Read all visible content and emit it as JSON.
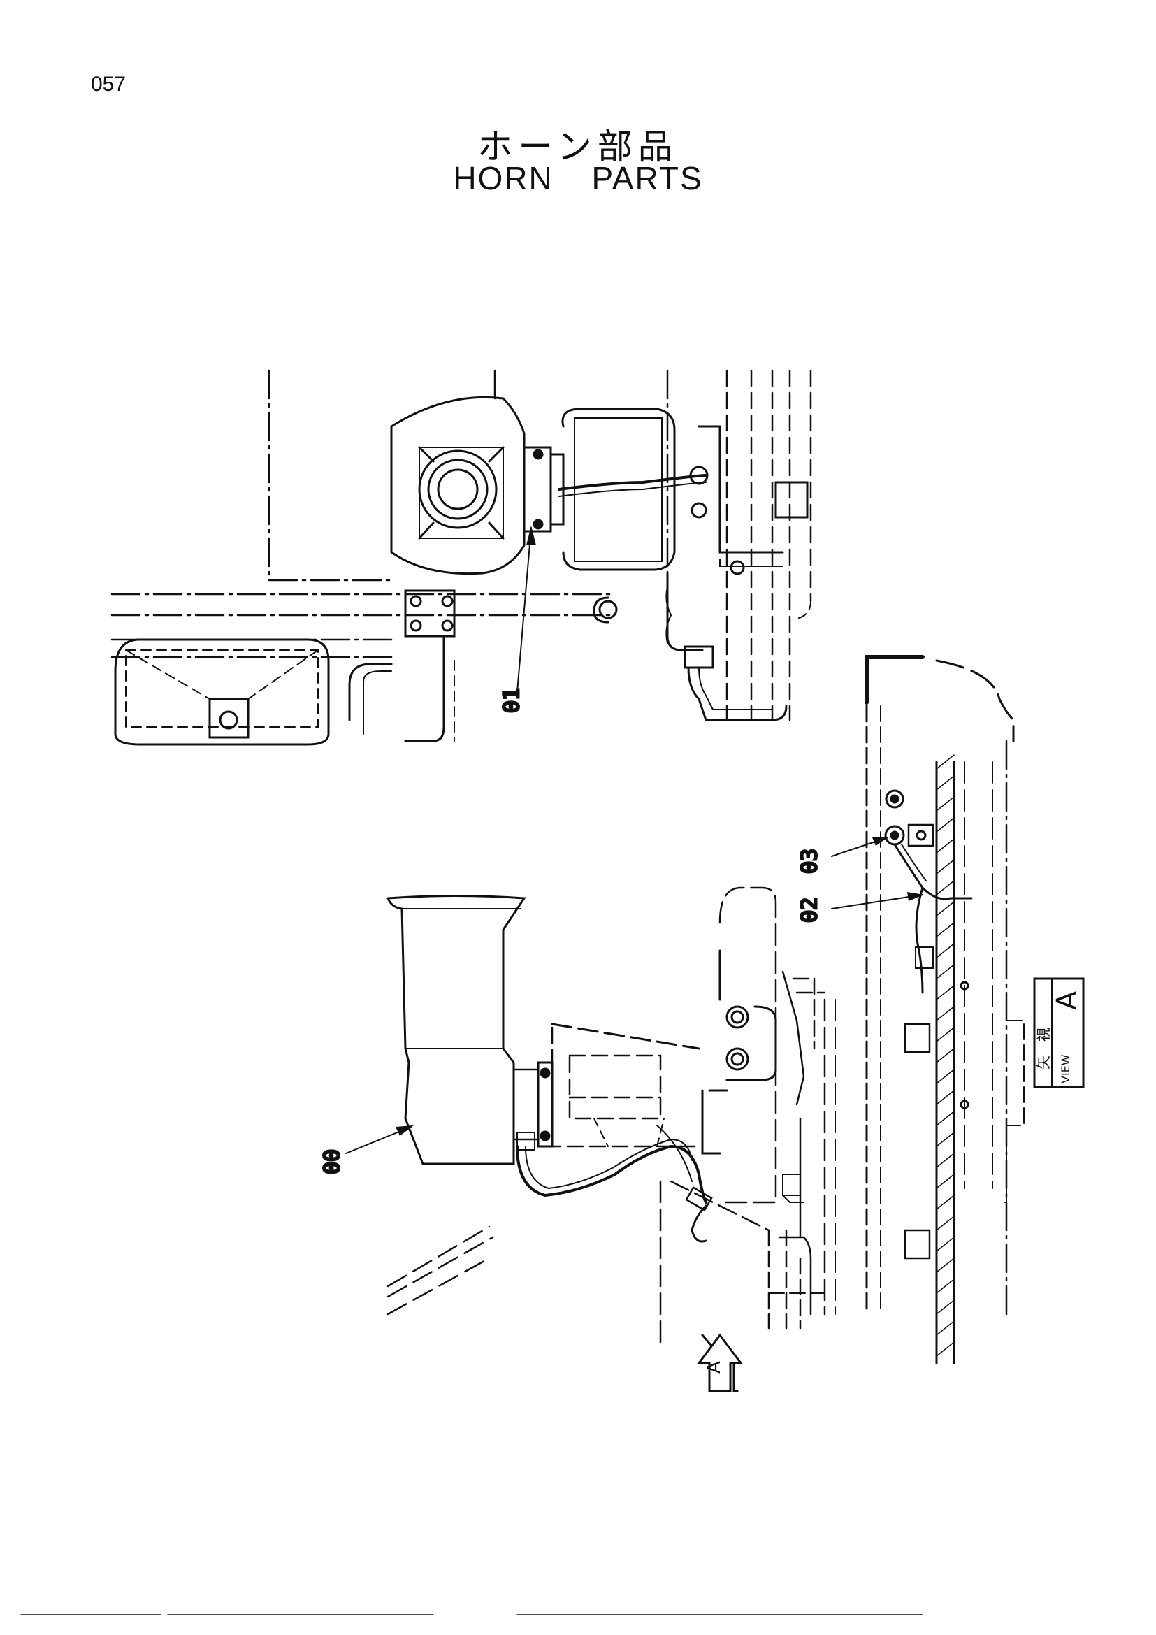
{
  "page": {
    "number": "057"
  },
  "title": {
    "japanese": "ホーン部品",
    "english": "HORN PARTS"
  },
  "callouts": [
    "00",
    "01",
    "02",
    "03"
  ],
  "view_label": {
    "kanji_1": "矢",
    "kanji_2": "視",
    "word": "VIEW",
    "letter": "A"
  },
  "direction_arrow": {
    "letter": "A"
  }
}
